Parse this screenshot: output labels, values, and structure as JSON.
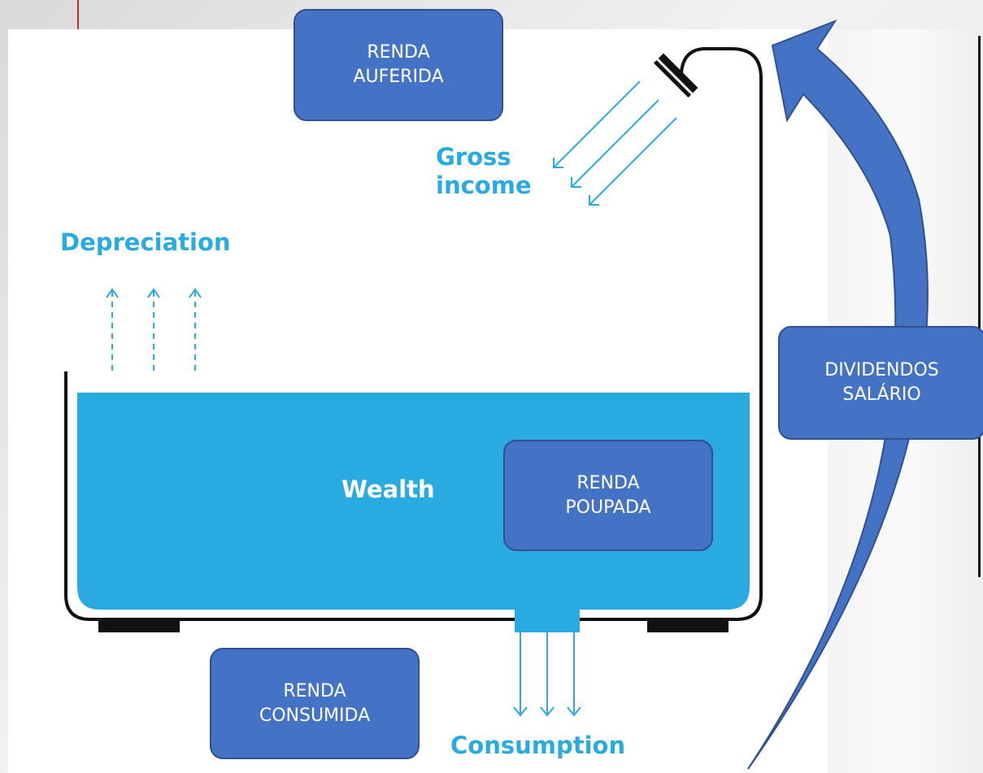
{
  "boxes": {
    "renda_auferida": [
      "RENDA",
      "AUFERIDA"
    ],
    "renda_poupada": [
      "RENDA",
      "POUPADA"
    ],
    "renda_consumida": [
      "RENDA",
      "CONSUMIDA"
    ],
    "dividendos_salario": [
      "DIVIDENDOS",
      "SALÁRIO"
    ]
  },
  "labels": {
    "gross_income": [
      "Gross",
      "income"
    ],
    "depreciation": "Depreciation",
    "wealth": "Wealth",
    "consumption": "Consumption"
  },
  "colors": {
    "box_fill": "#4472c4",
    "box_border": "#2f528f",
    "water": "#29abe2",
    "label": "#29abe2",
    "outline": "#111111"
  }
}
